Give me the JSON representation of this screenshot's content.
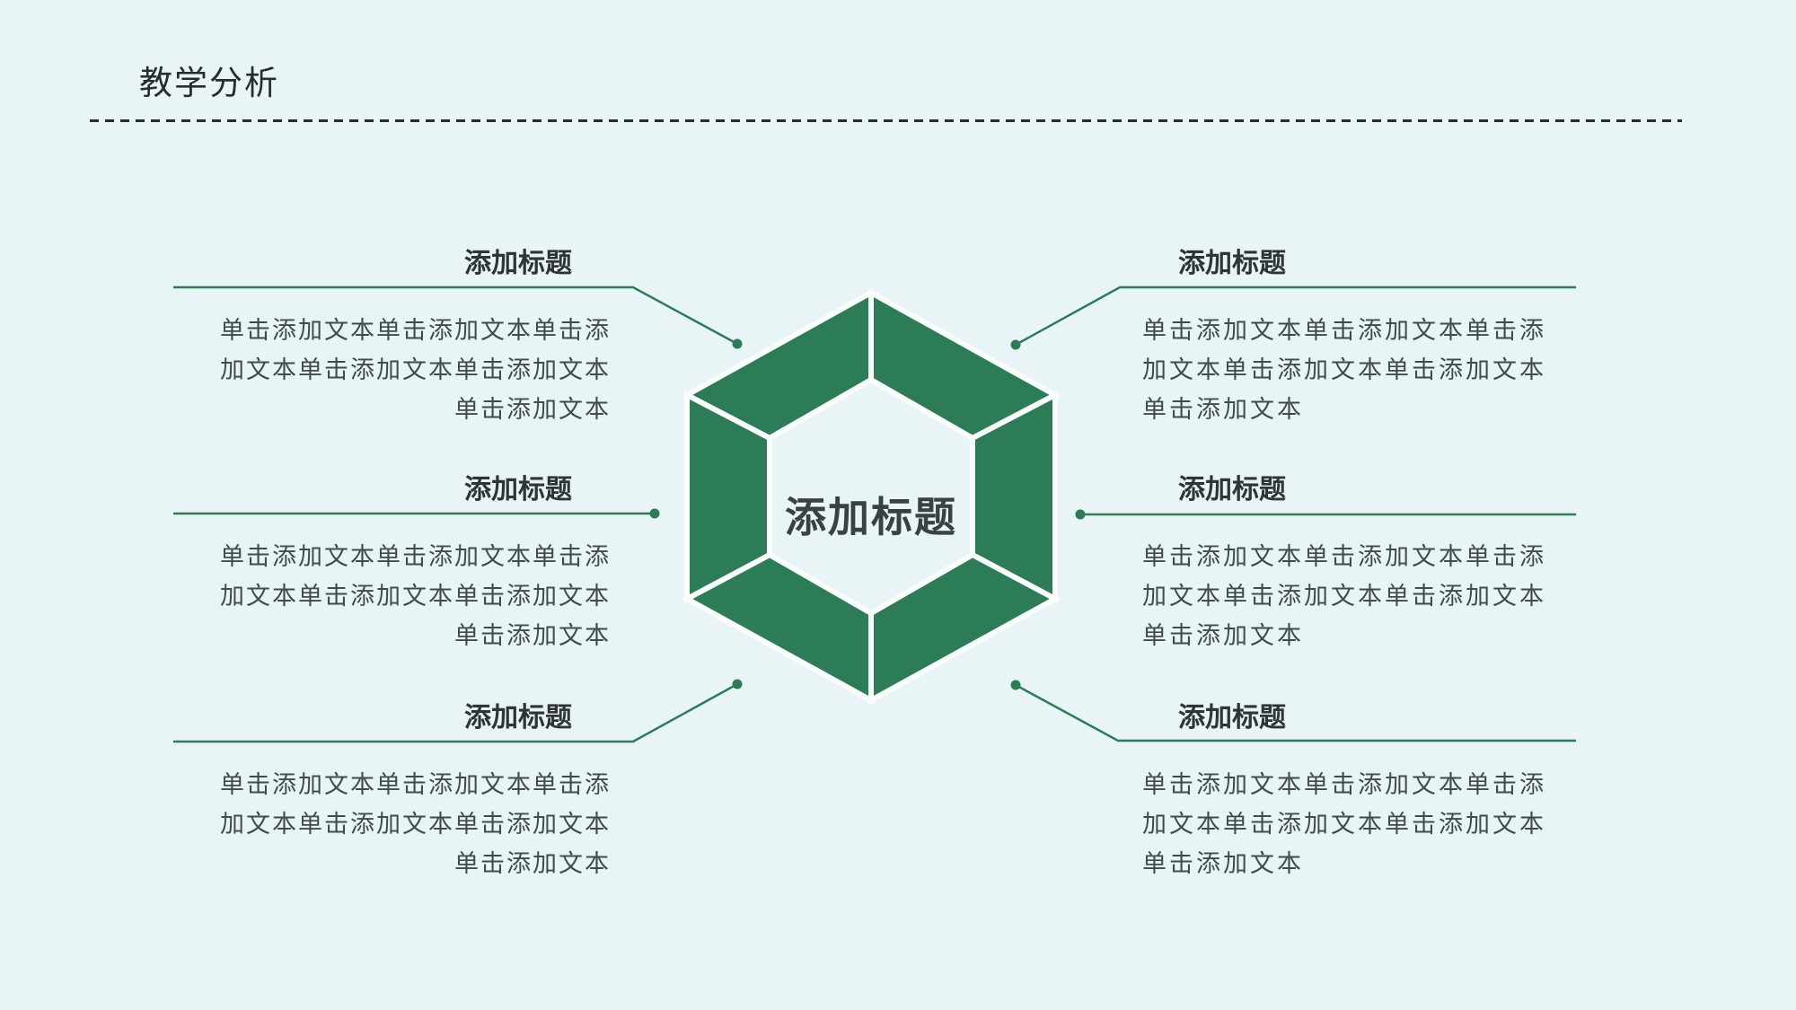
{
  "slide": {
    "header": {
      "title": "教学分析"
    },
    "center": {
      "title": "添加标题"
    },
    "colors": {
      "background": "#e9f4f7",
      "accent_green": "#2d7c58",
      "divider_dark": "#2b2b2b",
      "title_text": "#2f3536",
      "body_text": "#414b4b",
      "center_text": "#3a4143",
      "segment_gap": "#fbfdfd"
    },
    "sections": [
      {
        "id": "top-left",
        "title": "添加标题",
        "lines": [
          "单击添加文本单击添加文本单击添",
          "加文本单击添加文本单击添加文本",
          "单击添加文本"
        ]
      },
      {
        "id": "middle-left",
        "title": "添加标题",
        "lines": [
          "单击添加文本单击添加文本单击添",
          "加文本单击添加文本单击添加文本",
          "单击添加文本"
        ]
      },
      {
        "id": "bottom-left",
        "title": "添加标题",
        "lines": [
          "单击添加文本单击添加文本单击添",
          "加文本单击添加文本单击添加文本",
          "单击添加文本"
        ]
      },
      {
        "id": "top-right",
        "title": "添加标题",
        "lines": [
          "单击添加文本单击添加文本单击添",
          "加文本单击添加文本单击添加文本",
          "单击添加文本"
        ]
      },
      {
        "id": "middle-right",
        "title": "添加标题",
        "lines": [
          "单击添加文本单击添加文本单击添",
          "加文本单击添加文本单击添加文本",
          "单击添加文本"
        ]
      },
      {
        "id": "bottom-right",
        "title": "添加标题",
        "lines": [
          "单击添加文本单击添加文本单击添",
          "加文本单击添加文本单击添加文本",
          "单击添加文本"
        ]
      }
    ]
  }
}
